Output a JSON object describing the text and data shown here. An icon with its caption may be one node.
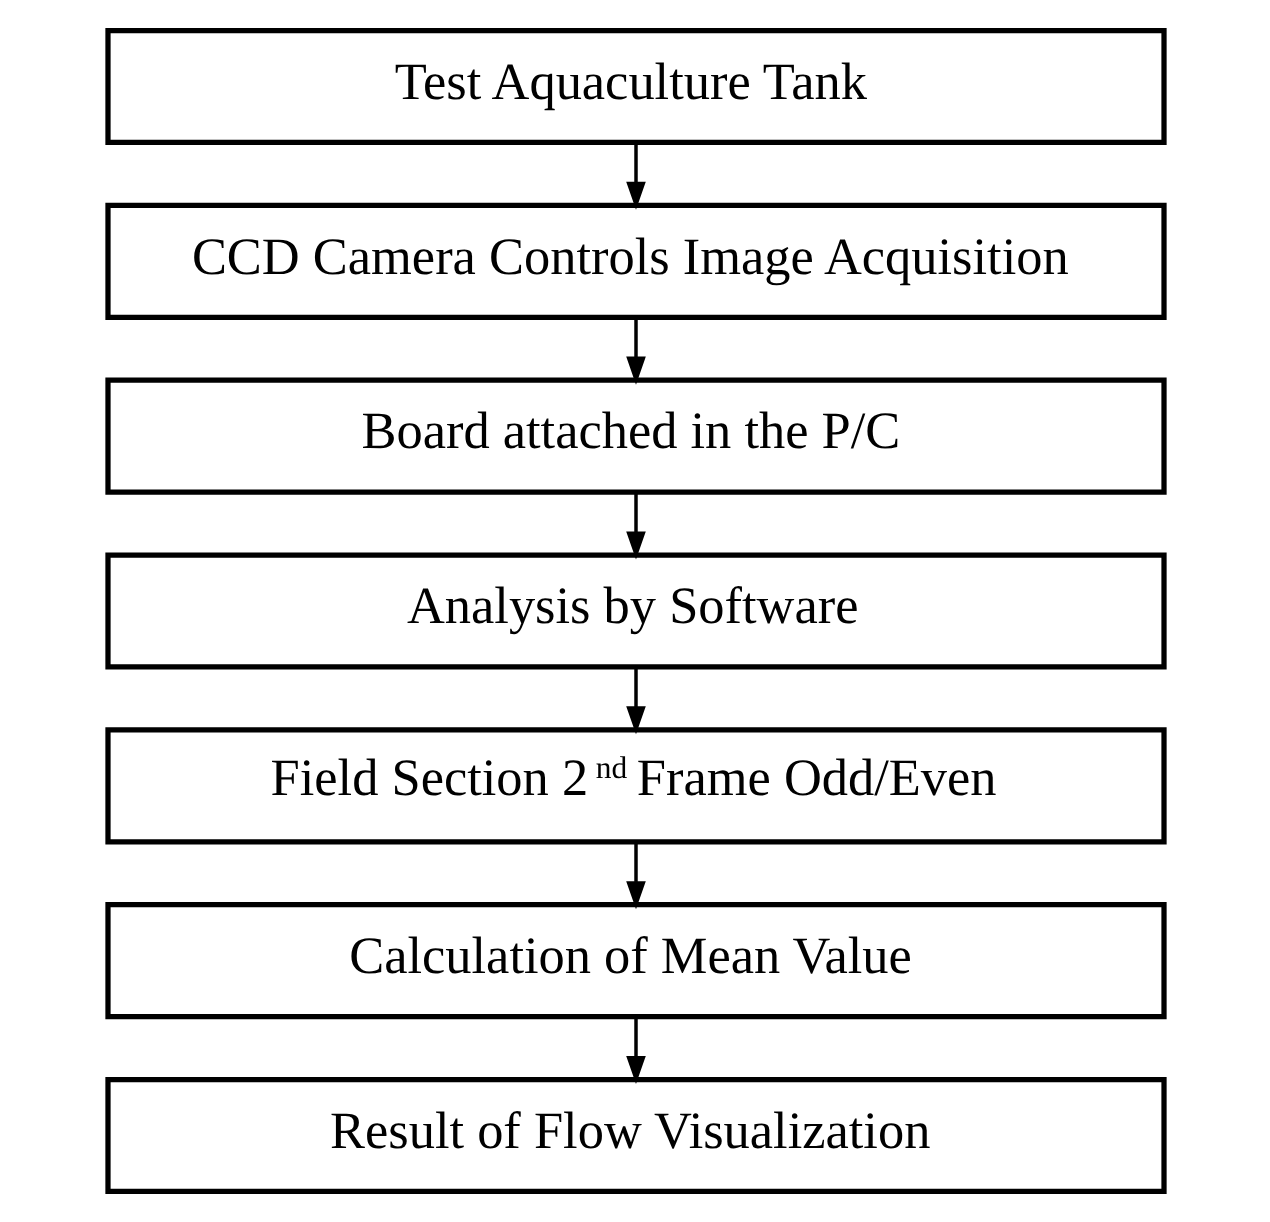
{
  "diagram": {
    "nodes": [
      {
        "text": [
          "Test Aquaculture Tank"
        ]
      },
      {
        "text": [
          "CCD Camera Controls Image Acquisition"
        ]
      },
      {
        "text": [
          "Board attached in the P/C"
        ]
      },
      {
        "text": [
          "Analysis by Software"
        ]
      },
      {
        "text": [
          "Field Section 2$^{nd}$ Frame Odd/Even"
        ]
      },
      {
        "text": [
          "Calculation of Mean Value"
        ]
      },
      {
        "text": [
          "Result of Flow Visualization"
        ]
      }
    ],
    "edges": [
      {
        "from": 0,
        "to": 1,
        "arrow": "to"
      },
      {
        "from": 1,
        "to": 2,
        "arrow": "to"
      },
      {
        "from": 2,
        "to": 3,
        "arrow": "to"
      },
      {
        "from": 3,
        "to": 4,
        "arrow": "to"
      },
      {
        "from": 4,
        "to": 5,
        "arrow": "to"
      },
      {
        "from": 5,
        "to": 6,
        "arrow": "to"
      }
    ]
  }
}
